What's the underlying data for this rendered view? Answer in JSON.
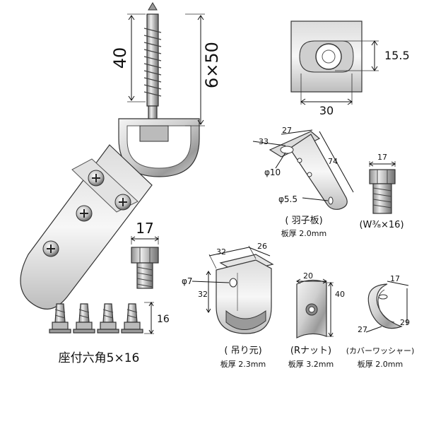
{
  "main_assembly": {
    "dim_screw_length": "40",
    "dim_screw_spec": "6×50"
  },
  "plate_square": {
    "dim_height": "15.5",
    "dim_width": "30"
  },
  "wing_plate": {
    "dim_a": "33",
    "dim_b": "27",
    "dim_length": "74",
    "dim_hole_large": "φ10",
    "dim_hole_small": "φ5.5",
    "name": "( 羽子板)",
    "thickness": "板厚 2.0mm"
  },
  "bolt_right": {
    "dim_head": "17",
    "name": "(W³⁄₈×16)"
  },
  "bolt_left": {
    "dim_head": "17"
  },
  "screws": {
    "dim_length": "16",
    "name": "座付六角5×16"
  },
  "hanger": {
    "dim_width": "32",
    "dim_depth": "26",
    "dim_height": "32",
    "dim_hole": "φ7",
    "name": "( 吊り元)",
    "thickness": "板厚 2.3mm"
  },
  "r_nut": {
    "dim_width": "20",
    "dim_height": "40",
    "name": "(Rナット)",
    "thickness": "板厚 3.2mm"
  },
  "cover_washer": {
    "dim_top": "17",
    "dim_side": "29",
    "dim_bottom": "27",
    "name": "(カバーワッシャー)",
    "thickness": "板厚 2.0mm"
  }
}
